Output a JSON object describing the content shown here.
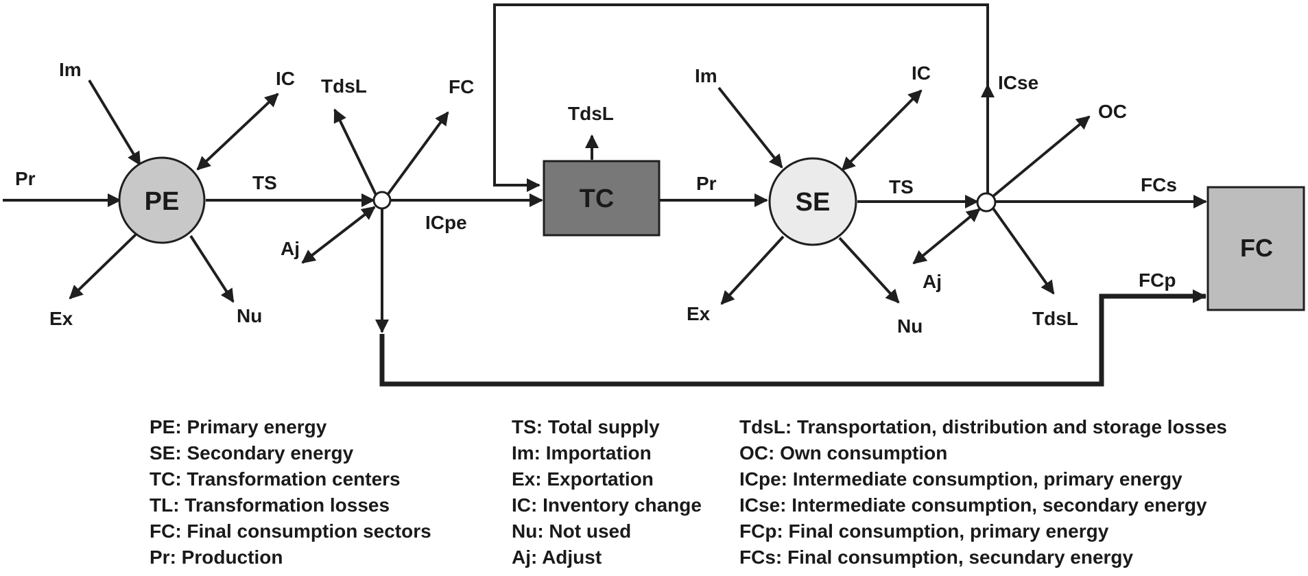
{
  "nodes": {
    "pe": "PE",
    "tc": "TC",
    "se": "SE",
    "fc": "FC"
  },
  "flow_labels": {
    "pr_in": "Pr",
    "pe_im": "Im",
    "pe_ic": "IC",
    "pe_ex": "Ex",
    "pe_nu": "Nu",
    "ts_1": "TS",
    "tdsl_1": "TdsL",
    "fc_1": "FC",
    "aj_1": "Aj",
    "icpe": "ICpe",
    "tdsl_tc": "TdsL",
    "pr_tc": "Pr",
    "se_im": "Im",
    "se_ic": "IC",
    "se_ex": "Ex",
    "se_nu": "Nu",
    "ts_2": "TS",
    "icse": "ICse",
    "oc": "OC",
    "fcs": "FCs",
    "aj_2": "Aj",
    "tdsl_2": "TdsL",
    "fcp": "FCp"
  },
  "legend": {
    "col1": [
      "PE: Primary energy",
      "SE: Secondary energy",
      "TC: Transformation centers",
      "TL: Transformation losses",
      "FC: Final consumption sectors",
      "Pr: Production"
    ],
    "col2": [
      "TS: Total supply",
      "Im: Importation",
      "Ex: Exportation",
      "IC: Inventory change",
      "Nu: Not used",
      "Aj: Adjust"
    ],
    "col3": [
      "TdsL: Transportation, distribution and storage losses",
      "OC: Own consumption",
      "ICpe: Intermediate consumption, primary energy",
      "ICse: Intermediate consumption, secondary energy",
      "FCp: Final consumption, primary energy",
      "FCs: Final consumption, secundary energy"
    ]
  },
  "colors": {
    "pe_fill": "#c8c8c8",
    "tc_fill": "#787878",
    "se_fill": "#ebebeb",
    "fc_fill": "#bdbdbd",
    "line": "#1f1f1f"
  }
}
